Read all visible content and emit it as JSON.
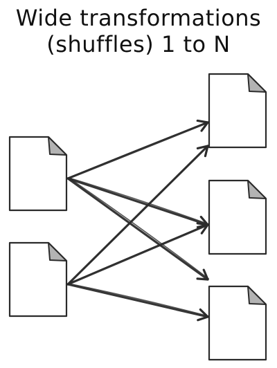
{
  "diagram": {
    "title_line1": "Wide transformations",
    "title_line2": "(shuffles) 1 to N",
    "doc_fill": "#ffffff",
    "doc_stroke": "#2a2a2a",
    "fold_fill": "#b3b3b3",
    "arrow_color": "#2b2b2b",
    "source_documents": [
      "source-doc-1",
      "source-doc-2"
    ],
    "target_documents": [
      "target-doc-1",
      "target-doc-2",
      "target-doc-3"
    ],
    "edges": [
      {
        "from": "source-doc-1",
        "to": "target-doc-1"
      },
      {
        "from": "source-doc-1",
        "to": "target-doc-2"
      },
      {
        "from": "source-doc-1",
        "to": "target-doc-3"
      },
      {
        "from": "source-doc-2",
        "to": "target-doc-1"
      },
      {
        "from": "source-doc-2",
        "to": "target-doc-2"
      },
      {
        "from": "source-doc-2",
        "to": "target-doc-3"
      }
    ]
  }
}
